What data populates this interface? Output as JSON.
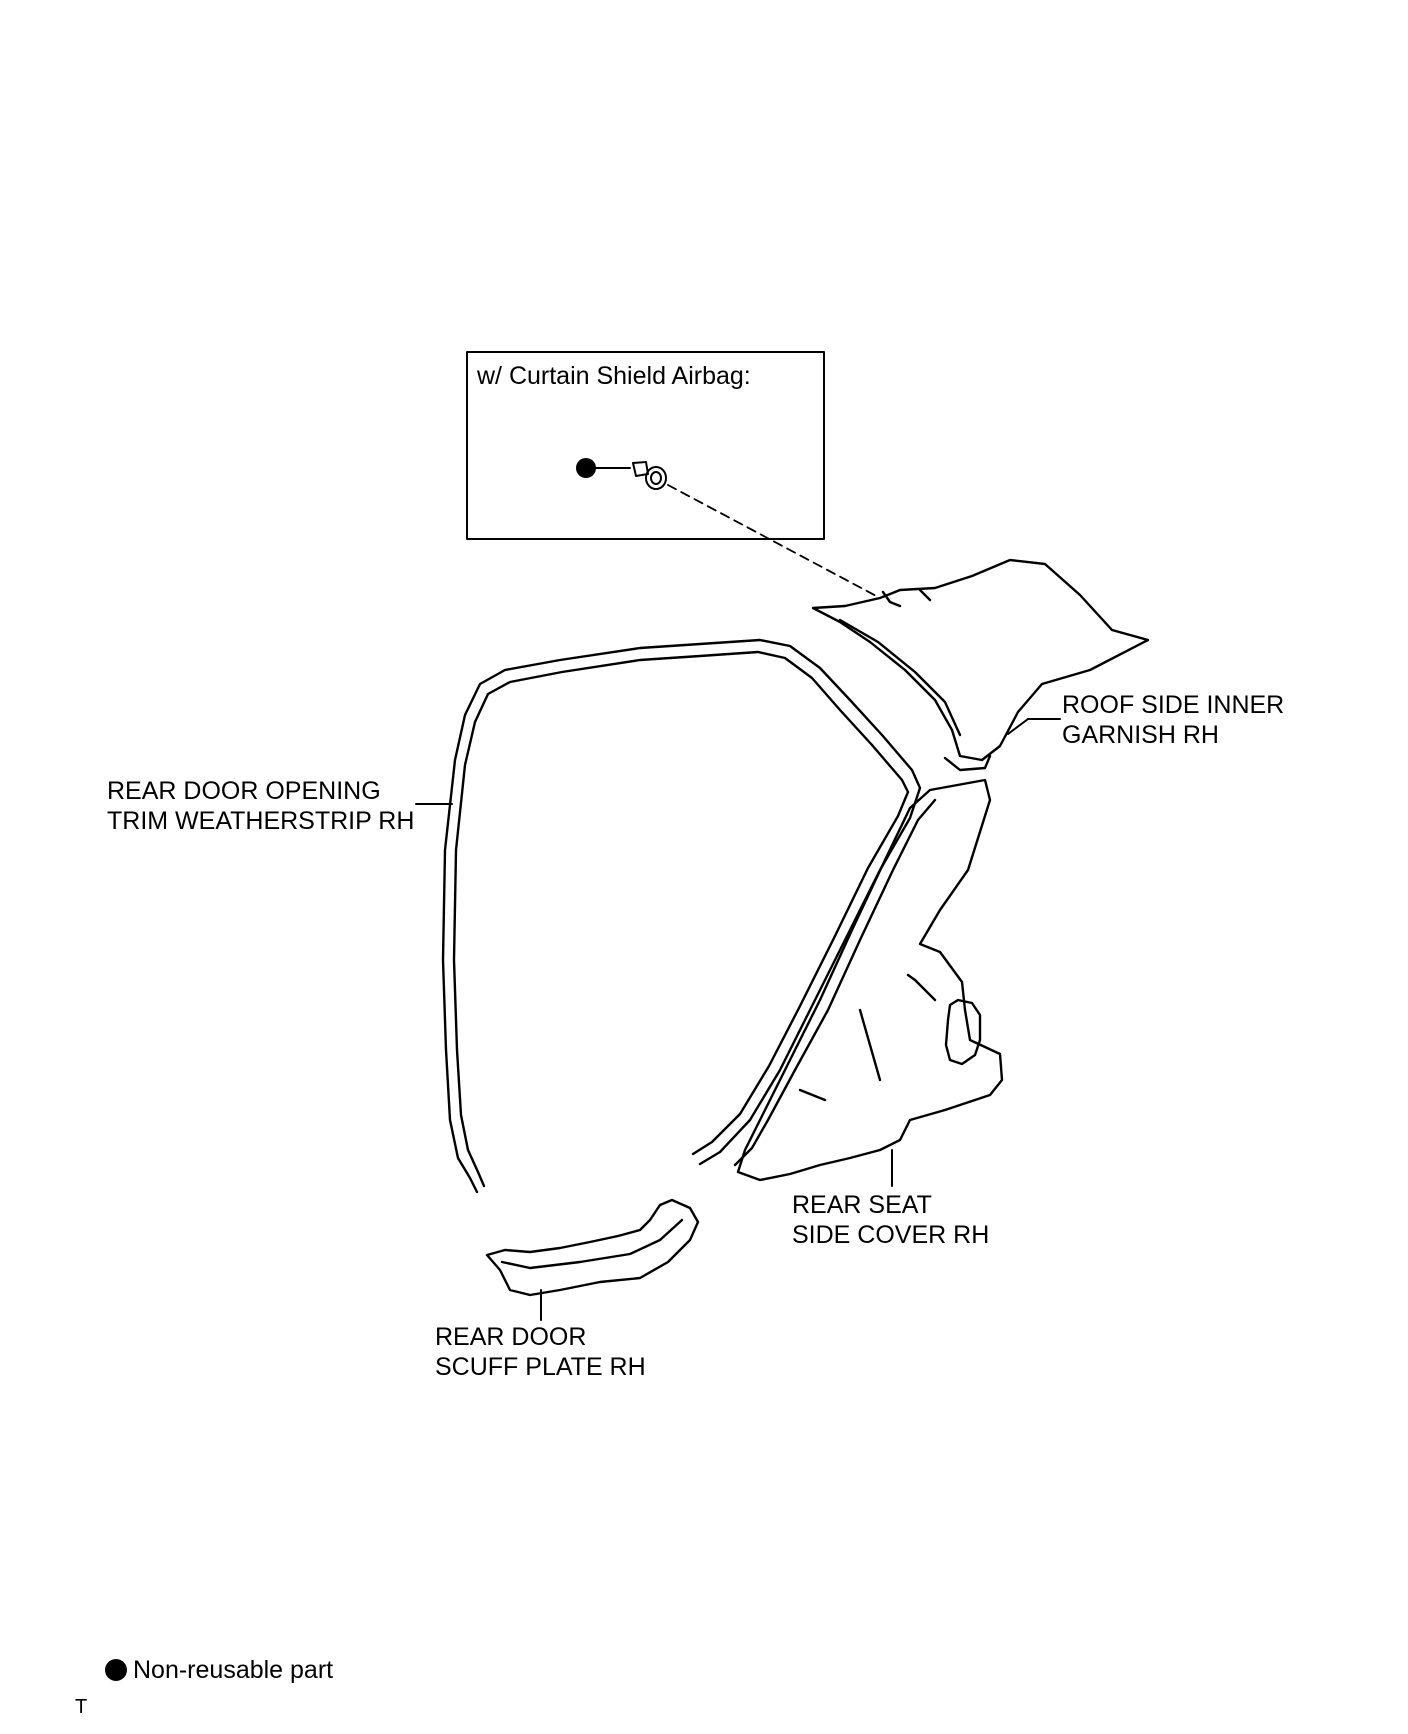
{
  "inset": {
    "title": "w/ Curtain Shield Airbag:"
  },
  "labels": {
    "weatherstrip": [
      "REAR DOOR OPENING",
      "TRIM WEATHERSTRIP RH"
    ],
    "roof_garnish": [
      "ROOF SIDE INNER",
      "GARNISH RH"
    ],
    "seat_cover": [
      "REAR SEAT",
      "SIDE COVER RH"
    ],
    "scuff_plate": [
      "REAR DOOR",
      "SCUFF PLATE RH"
    ]
  },
  "legend": {
    "symbol": "non-reusable-dot",
    "text": "Non-reusable part"
  },
  "corner_mark": "T"
}
